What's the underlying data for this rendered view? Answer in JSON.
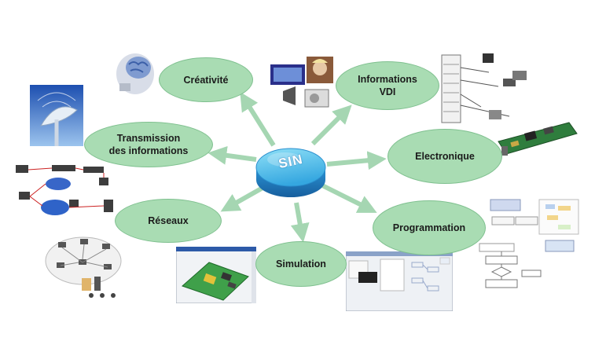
{
  "center": {
    "label": "SIN"
  },
  "topics": [
    {
      "id": "creativite",
      "label": "Créativité"
    },
    {
      "id": "informations-vdi",
      "label": "Informations\nVDI"
    },
    {
      "id": "transmission",
      "label": "Transmission\ndes informations"
    },
    {
      "id": "electronique",
      "label": "Electronique"
    },
    {
      "id": "reseaux",
      "label": "Réseaux"
    },
    {
      "id": "programmation",
      "label": "Programmation"
    },
    {
      "id": "simulation",
      "label": "Simulation"
    }
  ],
  "images": [
    {
      "name": "brain-head-image"
    },
    {
      "name": "videoconference-image"
    },
    {
      "name": "satellite-dish-image"
    },
    {
      "name": "vdi-rack-wiring-image"
    },
    {
      "name": "electronic-board-image"
    },
    {
      "name": "network-wan-diagram-image"
    },
    {
      "name": "network-topology-image"
    },
    {
      "name": "flowchart-image"
    },
    {
      "name": "pcb-simulation-image"
    },
    {
      "name": "software-window-image"
    }
  ],
  "colors": {
    "ellipse_fill": "#a9dcb3",
    "ellipse_border": "#7fc08f",
    "arrow": "#a5d6b2",
    "center_top": "#6fcff0",
    "center_side": "#1f84c8"
  }
}
